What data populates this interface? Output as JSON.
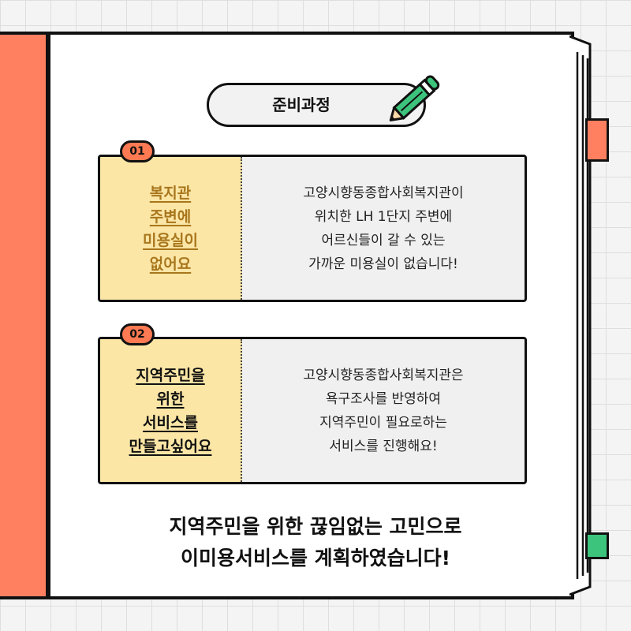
{
  "title": "준비과정",
  "colors": {
    "spine": "#ff8060",
    "highlight": "#fbe6a6",
    "badge": "#ff7a52",
    "accent_green": "#3cc47c"
  },
  "cards": [
    {
      "number": "01",
      "heading_lines": [
        "복지관",
        "주변에",
        "미용실이",
        "없어요"
      ],
      "body_lines": [
        "고양시향동종합사회복지관이",
        "위치한 LH 1단지 주변에",
        "어르신들이 갈 수 있는",
        "가까운 미용실이 없습니다!"
      ]
    },
    {
      "number": "02",
      "heading_lines": [
        "지역주민을",
        "위한",
        "서비스를",
        "만들고싶어요"
      ],
      "body_lines": [
        "고양시향동종합사회복지관은",
        "욕구조사를 반영하여",
        "지역주민이 필요로하는",
        "서비스를 진행해요!"
      ]
    }
  ],
  "conclusion_lines": [
    "지역주민을 위한 끊임없는 고민으로",
    "이미용서비스를 계획하였습니다!"
  ],
  "icons": [
    "pencil-icon"
  ]
}
